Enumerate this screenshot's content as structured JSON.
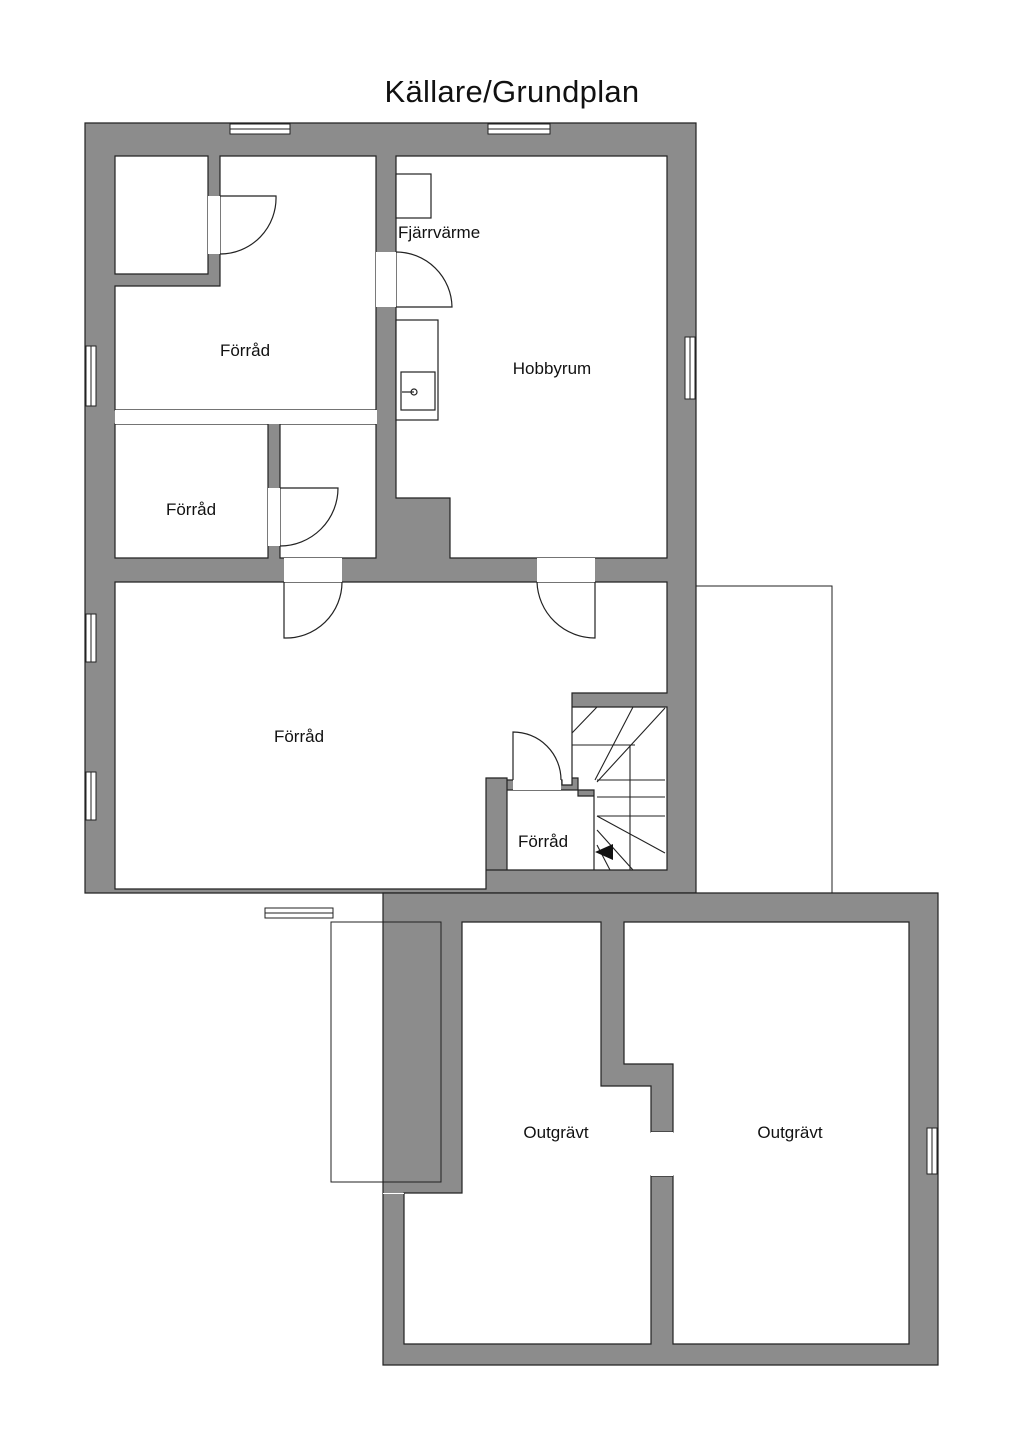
{
  "title": "Källare/Grundplan",
  "rooms": {
    "forrad_top": "Förråd",
    "fjarrvarme": "Fjärrvärme",
    "hobbyrum": "Hobbyrum",
    "forrad_small": "Förråd",
    "forrad_main": "Förråd",
    "forrad_stair": "Förråd",
    "outgravt_left": "Outgrävt",
    "outgravt_right": "Outgrävt"
  },
  "colors": {
    "wall": "#8c8c8c",
    "line": "#222222",
    "background": "#ffffff"
  }
}
